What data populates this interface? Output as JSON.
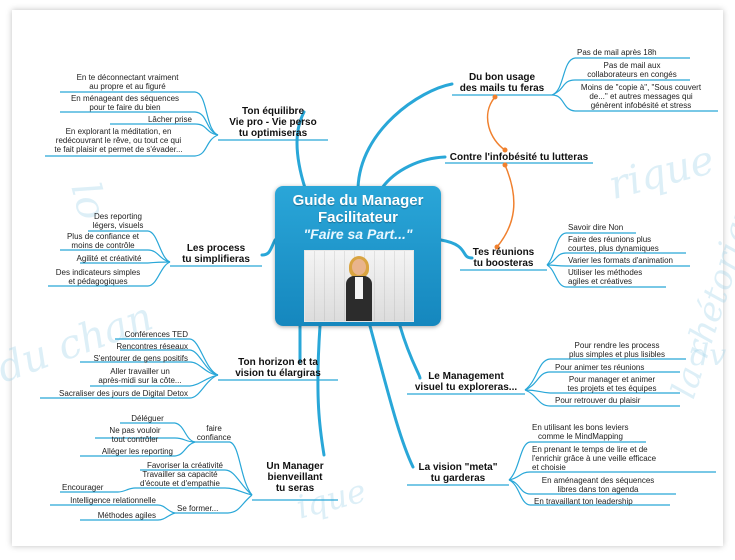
{
  "center": {
    "title_line1": "Guide du Manager",
    "title_line2": "Facilitateur",
    "subtitle": "\"Faire sa Part...\""
  },
  "watermarks": [
    "lo",
    "rique",
    "du chan",
    "la rhétorique",
    "dv",
    "ique"
  ],
  "colors": {
    "branch": "#29a7d8",
    "accent": "#f0802e",
    "center": "#1a8fc5"
  },
  "branches": {
    "mails": {
      "label_l1": "Du bon usage",
      "label_l2": "des mails tu feras",
      "leaves": [
        "Pas de mail après 18h",
        "Pas de mail aux",
        "collaborateurs en congés",
        "Moins de \"copie à\", \"Sous couvert",
        "de...\" et autres messages qui",
        "génèrent infobésité et stress"
      ]
    },
    "infobesite": {
      "label": "Contre l'infobésité tu lutteras"
    },
    "reunions": {
      "label_l1": "Tes réunions",
      "label_l2": "tu boosteras",
      "leaves": [
        "Savoir dire Non",
        "Faire des réunions plus",
        "courtes, plus dynamiques",
        "Varier les formats d'animation",
        "Utiliser les méthodes",
        "agiles et créatives"
      ]
    },
    "management": {
      "label_l1": "Le Management",
      "label_l2": "visuel tu exploreras...",
      "leaves": [
        "Pour rendre les process",
        "plus simples et plus lisibles",
        "Pour animer tes réunions",
        "Pour manager et animer",
        "tes projets et tes équipes",
        "Pour retrouver du plaisir"
      ]
    },
    "meta": {
      "label_l1": "La vision \"meta\"",
      "label_l2": "tu garderas",
      "leaves": [
        "En utilisant les bons leviers",
        "comme le MindMapping",
        "En prenant le temps de lire et de",
        "l'enrichir grâce  à une veille efficace",
        "et choisie",
        "En aménageant des séquences",
        "libres dans ton agenda",
        "En travaillant ton leadership"
      ]
    },
    "equilibre": {
      "label_l1": "Ton équilibre",
      "label_l2": "Vie pro - Vie perso",
      "label_l3": "tu optimiseras",
      "leaves": [
        "En te déconnectant vraiment",
        "au propre et au figuré",
        "En ménageant des séquences",
        "pour te faire du bien",
        "Lâcher prise",
        "En explorant la méditation, en",
        "redécouvrant le rêve, ou tout ce qui",
        "te fait plaisir et permet de s'évader..."
      ]
    },
    "process": {
      "label_l1": "Les process",
      "label_l2": "tu simplifieras",
      "leaves": [
        "Des reporting",
        "légers, visuels",
        "Plus de confiance et",
        "moins de contrôle",
        "Agilité et créativité",
        "Des indicateurs simples",
        "et pédagogiques"
      ]
    },
    "horizon": {
      "label_l1": "Ton horizon et ta",
      "label_l2": "vision tu élargiras",
      "leaves": [
        "Conférences TED",
        "Rencontres réseaux",
        "S'entourer de gens positifs",
        "Aller travailler un",
        "après-midi sur la côte...",
        "Sacraliser des jours de Digital Detox"
      ]
    },
    "bienveillant": {
      "label_l1": "Un Manager",
      "label_l2": "bienveillant",
      "label_l3": "tu seras",
      "sub_confiance_l1": "faire",
      "sub_confiance_l2": "confiance",
      "sub_former": "Se former...",
      "leaves": [
        "Déléguer",
        "Ne pas vouloir",
        "tout contrôler",
        "Alléger les reporting",
        "Favoriser la créativité",
        "Travailler sa capacité",
        "d'écoute et d'empathie",
        "Encourager",
        "Intelligence relationnelle",
        "Méthodes agiles"
      ]
    }
  }
}
